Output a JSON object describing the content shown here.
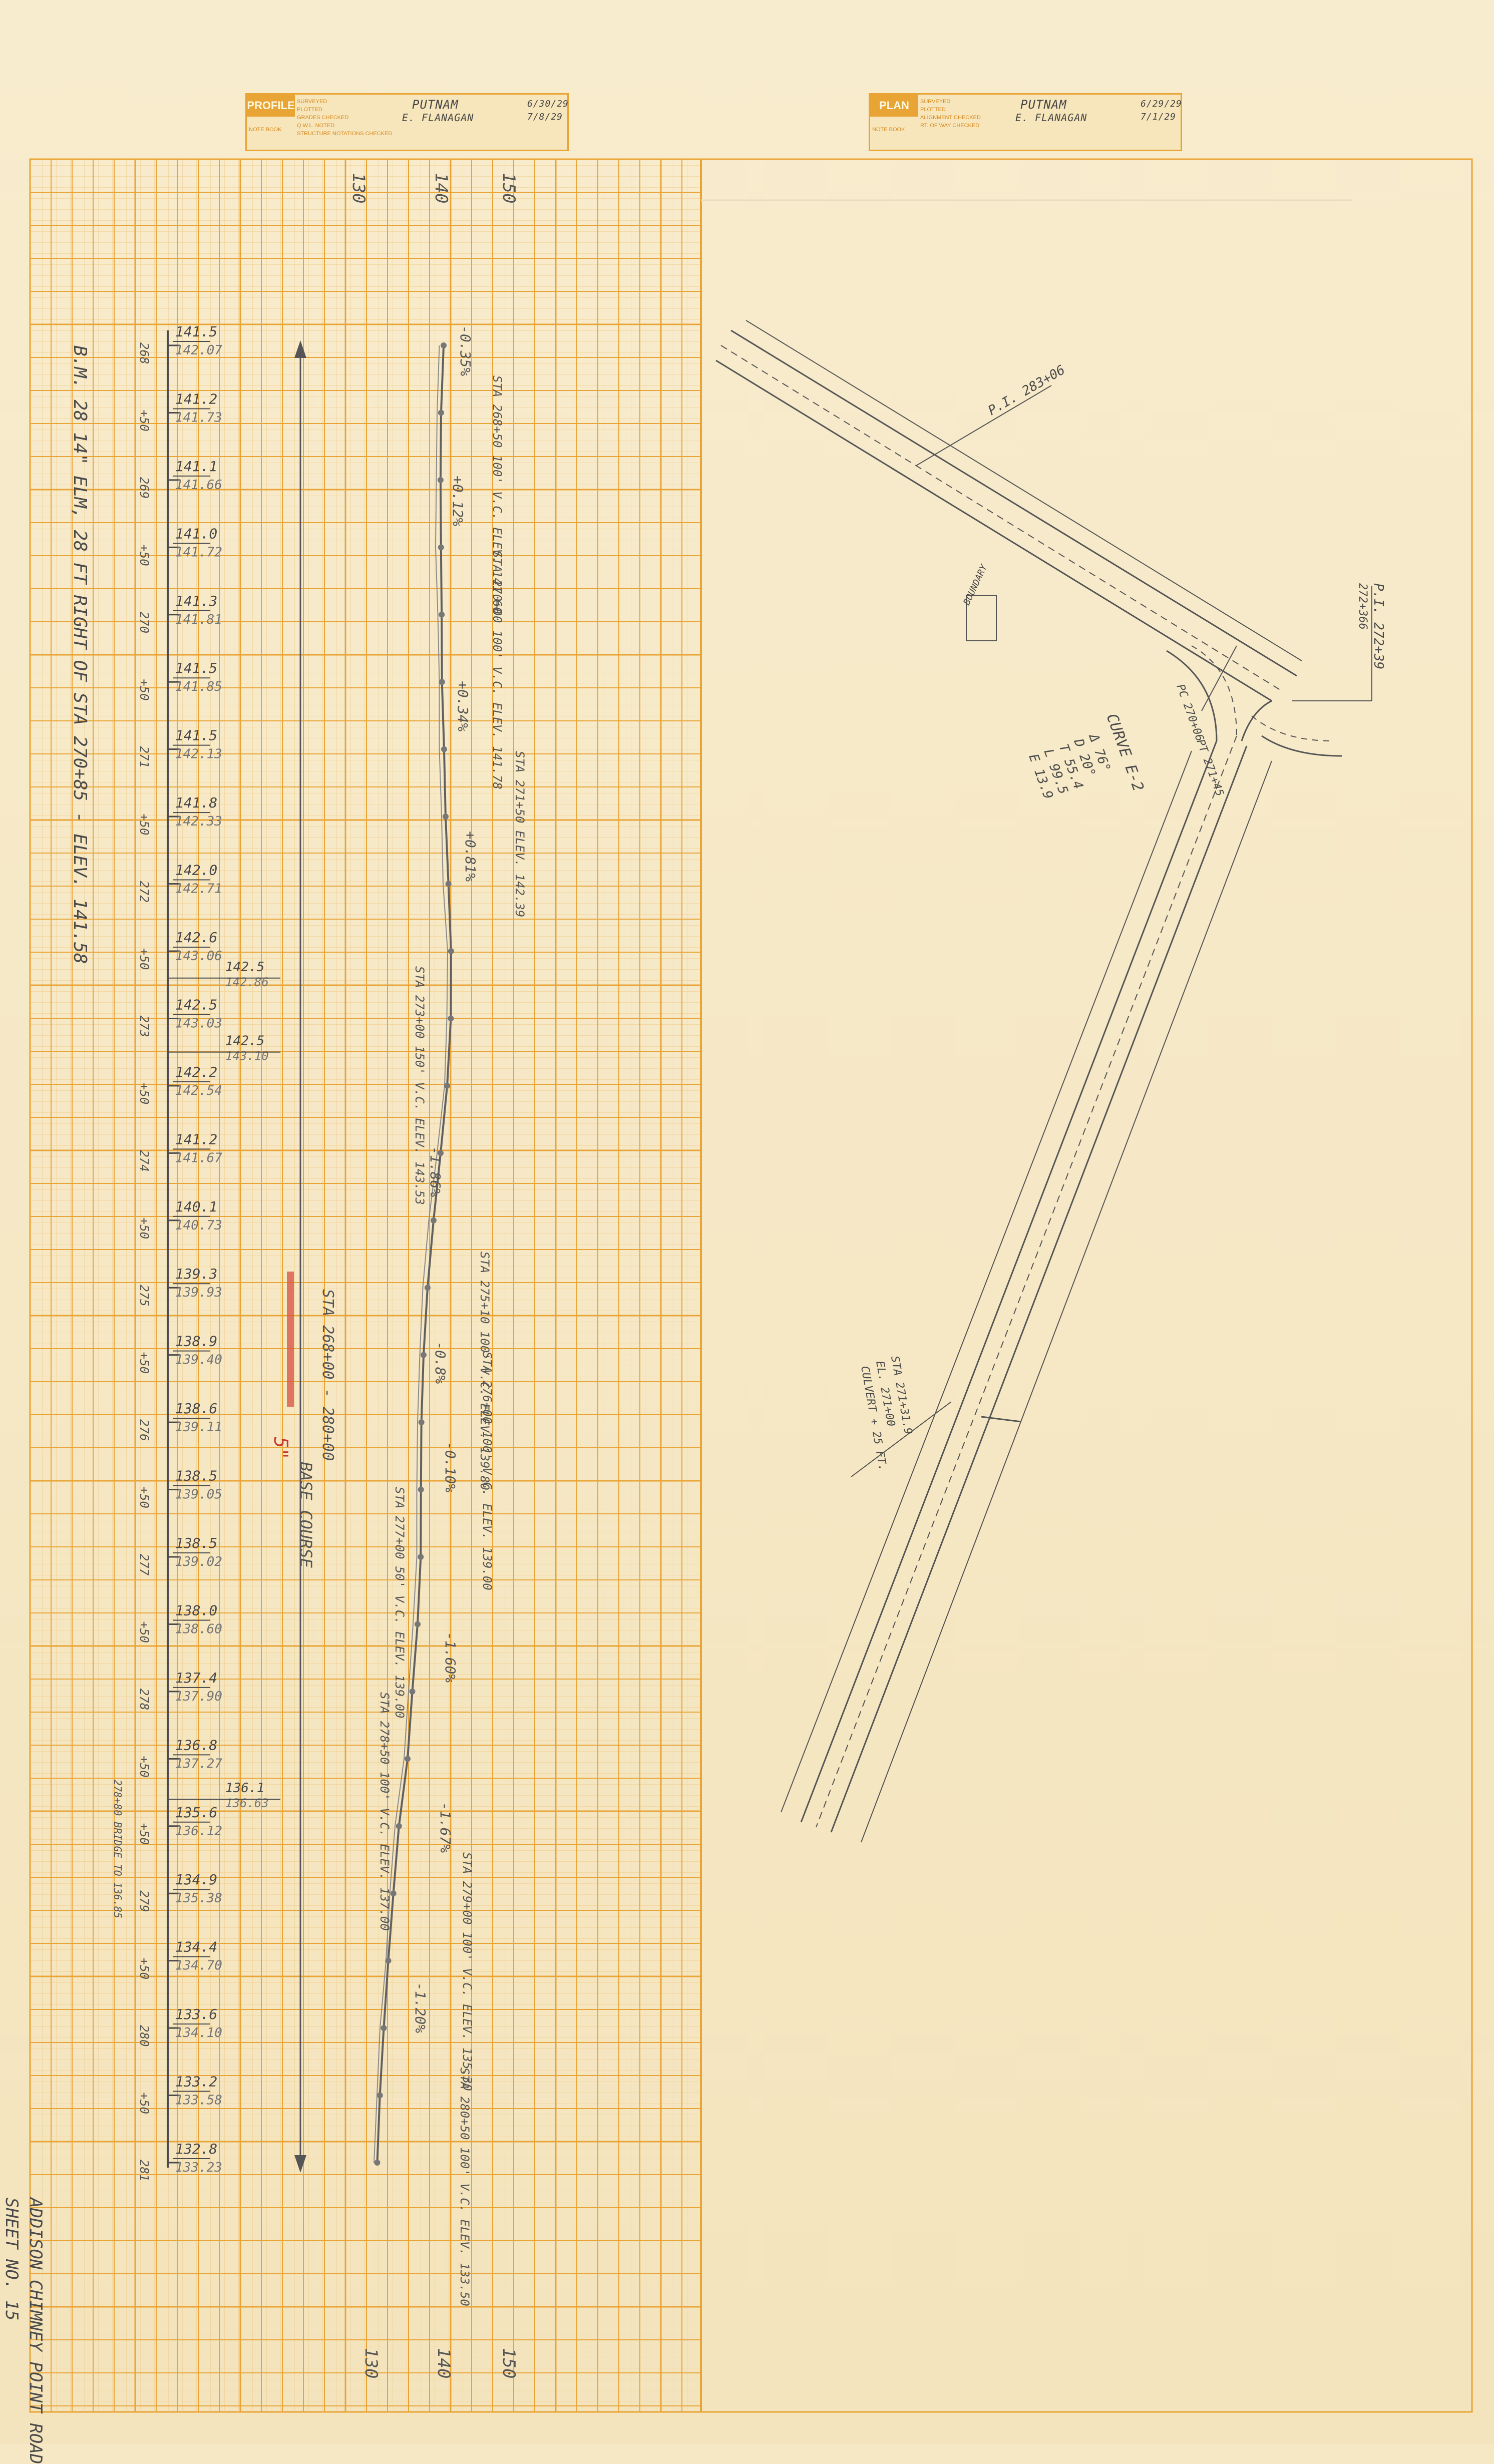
{
  "profile_block": {
    "label": "PROFILE",
    "fields": [
      "SURVEYED",
      "PLOTTED",
      "GRADES CHECKED",
      "Q.W.L. NOTED",
      "STRUCTURE NOTATIONS CHECKED"
    ],
    "note_book_label": "NOTE BOOK",
    "surveyor": "PUTNAM",
    "plotter": "E. FLANAGAN",
    "date1": "6/30/29",
    "date2": "7/8/29"
  },
  "plan_block": {
    "label": "PLAN",
    "fields": [
      "SURVEYED",
      "PLOTTED",
      "ALIGNMENT CHECKED",
      "RT. OF WAY CHECKED"
    ],
    "note_book_label": "NOTE BOOK",
    "surveyor": "PUTNAM",
    "plotter": "E. FLANAGAN",
    "date1": "6/29/29",
    "date2": "7/1/29"
  },
  "scale_top": [
    "130",
    "140",
    "150"
  ],
  "scale_bottom": [
    "130",
    "140",
    "150"
  ],
  "benchmark_note": "B.M. 28  14\" ELM, 28 FT RIGHT OF STA 270+85 - ELEV. 141.58",
  "stations": [
    {
      "sta": "268",
      "orig": "141.5",
      "grade": "142.07"
    },
    {
      "sta": "+50",
      "orig": "141.2",
      "grade": "141.73"
    },
    {
      "sta": "269",
      "orig": "141.1",
      "grade": "141.66"
    },
    {
      "sta": "+50",
      "orig": "141.0",
      "grade": "141.72"
    },
    {
      "sta": "270",
      "orig": "141.3",
      "grade": "141.81"
    },
    {
      "sta": "+50",
      "orig": "141.5",
      "grade": "141.85"
    },
    {
      "sta": "271",
      "orig": "141.5",
      "grade": "142.13"
    },
    {
      "sta": "+50",
      "orig": "141.8",
      "grade": "142.33"
    },
    {
      "sta": "272",
      "orig": "142.0",
      "grade": "142.71"
    },
    {
      "sta": "+50",
      "orig": "142.6",
      "grade": "143.06"
    },
    {
      "sta": "273",
      "orig": "142.5",
      "grade": "143.03"
    },
    {
      "sta": "+50",
      "orig": "142.2",
      "grade": "142.54"
    },
    {
      "sta": "274",
      "orig": "141.2",
      "grade": "141.67"
    },
    {
      "sta": "+50",
      "orig": "140.1",
      "grade": "140.73"
    },
    {
      "sta": "275",
      "orig": "139.3",
      "grade": "139.93"
    },
    {
      "sta": "+50",
      "orig": "138.9",
      "grade": "139.40"
    },
    {
      "sta": "276",
      "orig": "138.6",
      "grade": "139.11"
    },
    {
      "sta": "+50",
      "orig": "138.5",
      "grade": "139.05"
    },
    {
      "sta": "277",
      "orig": "138.5",
      "grade": "139.02"
    },
    {
      "sta": "+50",
      "orig": "138.0",
      "grade": "138.60"
    },
    {
      "sta": "278",
      "orig": "137.4",
      "grade": "137.90"
    },
    {
      "sta": "+50",
      "orig": "136.8",
      "grade": "137.27"
    },
    {
      "sta": "+50",
      "orig": "135.6",
      "grade": "136.12"
    },
    {
      "sta": "279",
      "orig": "134.9",
      "grade": "135.38"
    },
    {
      "sta": "+50",
      "orig": "134.4",
      "grade": "134.70"
    },
    {
      "sta": "280",
      "orig": "133.6",
      "grade": "134.10"
    },
    {
      "sta": "+50",
      "orig": "133.2",
      "grade": "133.58"
    },
    {
      "sta": "281",
      "orig": "132.8",
      "grade": "133.23"
    }
  ],
  "extra_points": [
    {
      "orig": "142.5",
      "grade": "142.86"
    },
    {
      "orig": "142.5",
      "grade": "143.10"
    },
    {
      "orig": "136.1",
      "grade": "136.63"
    }
  ],
  "bridge_note": "278+80 BRIDGE TO 136.85",
  "vc_notes": [
    "STA 268+50 100' V.C. ELEV. 141.60",
    "STA 270+00 100' V.C. ELEV. 141.78",
    "STA 271+50 ELEV. 142.39",
    "STA 273+00 150' V.C. ELEV. 143.53",
    "STA 275+10 100' V.C. ELEV. 139.80",
    "STA 276+00 100' V.C. ELEV. 139.00",
    "STA 277+00 50' V.C. ELEV. 139.00",
    "STA 278+50 100' V.C. ELEV. 137.00",
    "STA 279+00 100' V.C. ELEV. 135.30",
    "STA 280+50 100' V.C. ELEV. 133.50"
  ],
  "grade_labels": [
    "-0.35%",
    "+0.12%",
    "+0.34%",
    "+0.81%",
    "-1.86%",
    "-0.8%",
    "-0.10%",
    "-1.60%",
    "-1.67%",
    "-1.20%"
  ],
  "base_course": {
    "range": "STA 268+00 - 280+00",
    "thickness": "5\"",
    "label": "BASE COURSE"
  },
  "plan_notes": {
    "pi_top": "P.I. 283+06",
    "pi_right_1": "P.I. 272+39",
    "pi_right_2": "272+366",
    "curve_title": "CURVE E-2",
    "curve_delta": "Δ 76°",
    "curve_d": "D 20°",
    "curve_t": "T 55.4",
    "curve_l": "L 99.5",
    "curve_e": "E 13.9",
    "pc": "PC 270+06",
    "pt": "PT 271+45",
    "left_note_1": "STA 271+31.9",
    "left_note_2": "EL. 271+00",
    "left_note_3": "CULVERT + 25 FT.",
    "bridge_box": "BOUNDARY"
  },
  "footer": {
    "line1": "ADDISON CHIMNEY POINT ROAD",
    "line2": "SHEET NO. 15"
  },
  "colors": {
    "paper": "#f6e8c4",
    "grid": "#e9a436",
    "grid_fine": "#f1c882",
    "pencil": "#5b5b5b",
    "red": "#c8382c"
  }
}
